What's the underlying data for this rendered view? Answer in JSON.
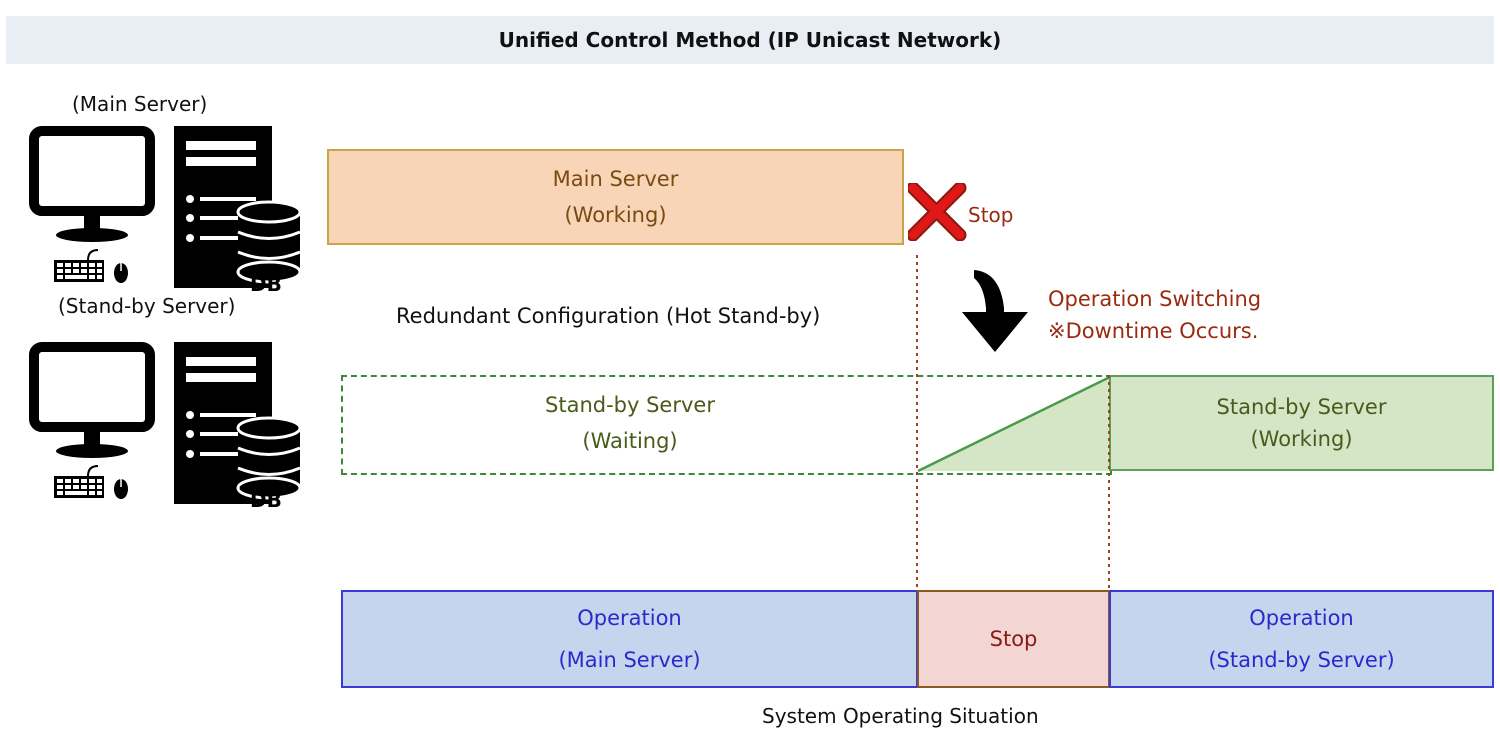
{
  "title": "Unified Control Method (IP Unicast Network)",
  "servers": {
    "main_label": "(Main Server)",
    "standby_label": "(Stand-by Server)",
    "db_label": "DB"
  },
  "config_label": "Redundant Configuration (Hot Stand-by)",
  "main_server_box": {
    "line1": "Main Server",
    "line2": "(Working)"
  },
  "stop_label": "Stop",
  "switching": {
    "line1": "Operation Switching",
    "line2": "※Downtime Occurs."
  },
  "standby_waiting": {
    "line1": "Stand-by Server",
    "line2": "(Waiting)"
  },
  "standby_working": {
    "line1": "Stand-by Server",
    "line2": "(Working)"
  },
  "operation_bar": {
    "main": {
      "line1": "Operation",
      "line2": "(Main Server)"
    },
    "stop": "Stop",
    "standby": {
      "line1": "Operation",
      "line2": "(Stand-by Server)"
    }
  },
  "caption": "System Operating Situation",
  "colors": {
    "main_fill": "#f8d5b6",
    "standby_fill": "#d4e6c6",
    "operation_fill": "#c5d5ee",
    "stop_fill": "#f3d6d3",
    "stop_x": "#d01818",
    "accent_text": "#9a2a10"
  },
  "icons": [
    "monitor-icon",
    "keyboard-icon",
    "mouse-icon",
    "server-tower-icon",
    "database-icon",
    "stop-x-icon",
    "down-arrow-icon"
  ]
}
